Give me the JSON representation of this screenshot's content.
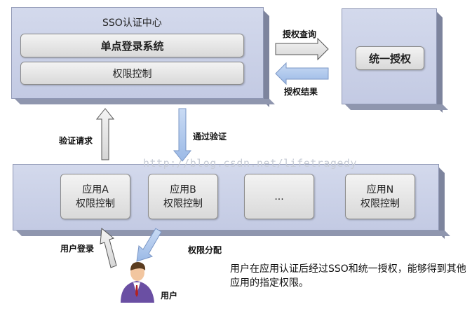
{
  "sso_center": {
    "title": "SSO认证中心",
    "sso_system": "单点登录系统",
    "permission_control": "权限控制"
  },
  "unified_auth": {
    "label": "统一授权"
  },
  "arrows": {
    "auth_query": "授权查询",
    "auth_result": "授权结果",
    "verify_request": "验证请求",
    "verify_passed": "通过验证",
    "user_login": "用户登录",
    "permission_assign": "权限分配"
  },
  "apps": [
    {
      "line1": "应用A",
      "line2": "权限控制"
    },
    {
      "line1": "应用B",
      "line2": "权限控制"
    },
    {
      "line1": "...",
      "line2": ""
    },
    {
      "line1": "应用N",
      "line2": "权限控制"
    }
  ],
  "user": {
    "label": "用户"
  },
  "caption": "用户在应用认证后经过SSO和统一授权，能够得到其他应用的指定权限。",
  "watermark": "http://blog.csdn.net/lifetragedy",
  "colors": {
    "panel": "#c8cfe6",
    "panel_side": "#7d849d",
    "arrow_gray": "#e6e6e6",
    "arrow_blue": "#a9c4ea"
  }
}
